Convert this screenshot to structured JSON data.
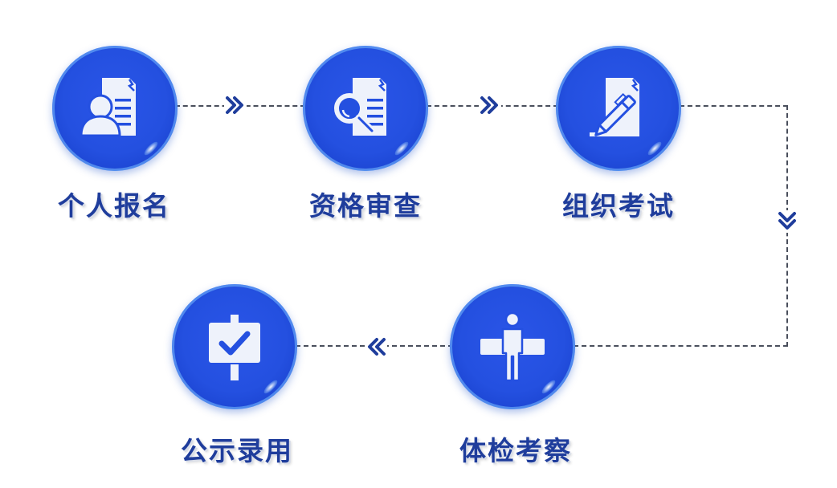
{
  "diagram": {
    "type": "process-flow",
    "colors": {
      "circle_blue": "#2450e0",
      "circle_rim": "#5fb0f7",
      "label_text": "#1f3d9c",
      "connector": "#4a4f5c",
      "arrow": "#1f3d9c",
      "icon_fill": "#eef2fb"
    },
    "steps": [
      {
        "order": 1,
        "label": "个人报名",
        "icon": "person-document-icon"
      },
      {
        "order": 2,
        "label": "资格审查",
        "icon": "magnifier-document-icon"
      },
      {
        "order": 3,
        "label": "组织考试",
        "icon": "pen-document-icon"
      },
      {
        "order": 4,
        "label": "体检考察",
        "icon": "person-body-check-icon"
      },
      {
        "order": 5,
        "label": "公示录用",
        "icon": "checkmark-signboard-icon"
      }
    ],
    "connectors": [
      {
        "from": 1,
        "to": 2,
        "arrow": "double-chevron-right"
      },
      {
        "from": 2,
        "to": 3,
        "arrow": "double-chevron-right"
      },
      {
        "from": 3,
        "to": 4,
        "arrow": "double-chevron-down"
      },
      {
        "from": 4,
        "to": 5,
        "arrow": "double-chevron-left"
      }
    ]
  }
}
